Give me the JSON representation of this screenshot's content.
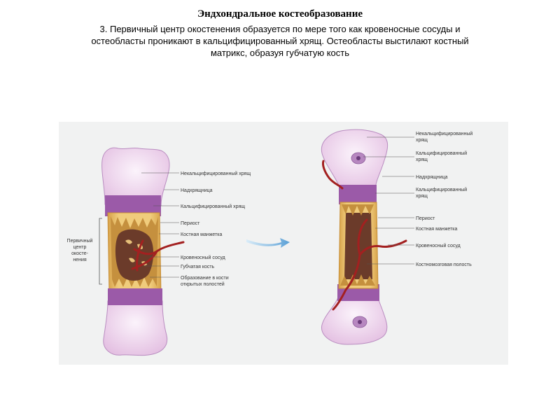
{
  "title": "Эндхондральное костеобразование",
  "subtitle_lines": [
    "3. Первичный центр окостенения образуется по мере того как кровеносные сосуды и",
    "остеобласты проникают в кальцифицированный хрящ. Остеобласты выстилают костный",
    "матрикс, образуя губчатую кость"
  ],
  "left_diagram": {
    "side_label_lines": [
      "Первичный",
      "центр",
      "окосте-",
      "нения"
    ],
    "labels": {
      "uncalcified": "Некальцифицированный хрящ",
      "perichondrium": "Надхрящница",
      "calcified": "Кальцифицированный хрящ",
      "periosteum": "Периост",
      "bone_collar": "Костная манжетка",
      "blood_vessel": "Кровеносный сосуд",
      "spongy_bone": "Губчатая кость",
      "formation_line1": "Образование в кости",
      "formation_line2": "открытых полостей"
    }
  },
  "right_diagram": {
    "labels": {
      "uncalcified_line1": "Некальцифицированный",
      "uncalcified_line2": "хрящ",
      "calcified_top_line1": "Кальцифицированный",
      "calcified_top_line2": "хрящ",
      "perichondrium": "Надхрящница",
      "calcified_line1": "Кальцифицированный",
      "calcified_line2": "хрящ",
      "periosteum": "Периост",
      "bone_collar": "Костная манжетка",
      "blood_vessel": "Кровеносный сосуд",
      "marrow_cavity": "Костномозговая полость"
    }
  },
  "colors": {
    "cartilage": "#e9c8e6",
    "calcified_cartilage": "#9b5aa8",
    "bone_collar": "#e0b560",
    "spongy_bone": "#6b3b2a",
    "blood_vessel": "#a32020",
    "arrow": "#7ab3de"
  }
}
